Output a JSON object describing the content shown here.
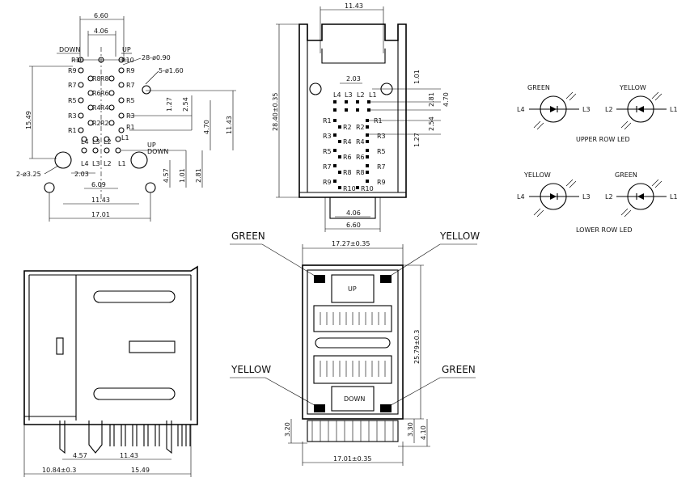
{
  "top_view": {
    "dims": {
      "d660": "6.60",
      "d406": "4.06",
      "d1549": "15.49",
      "hole_small": "28-ø0.90",
      "hole_mid": "5-ø1.60",
      "hole_big": "2-ø3.25",
      "d203": "2.03",
      "d609": "6.09",
      "d1143": "11.43",
      "d1701": "17.01",
      "d127": "1.27",
      "d254": "2.54",
      "d470": "4.70",
      "d1143v": "11.43",
      "d457": "4.57",
      "d101": "1.01",
      "d281": "2.81"
    },
    "down": "DOWN",
    "up": "UP",
    "pins_left": [
      "R10",
      "R9",
      "R7",
      "R5",
      "R3",
      "R1"
    ],
    "pins_left_inner": [
      "R8",
      "R6",
      "R4",
      "R2"
    ],
    "pins_right_inner": [
      "R8",
      "R6",
      "R4",
      "R2"
    ],
    "pins_right": [
      "R10",
      "R9",
      "R7",
      "R5",
      "R3",
      "R1"
    ],
    "leds_left": [
      "L4",
      "L3",
      "L2",
      "L1"
    ],
    "leds_right": [
      "L4",
      "L3",
      "L2",
      "L1"
    ],
    "up_small": "UP",
    "down_small": "DOWN"
  },
  "front_view": {
    "d1143": "11.43",
    "d2840": "28.40±0.35",
    "d203": "2.03",
    "d101": "1.01",
    "d281": "2.81",
    "d470": "4.70",
    "d254": "2.54",
    "d127": "1.27",
    "d406": "4.06",
    "d660": "6.60",
    "leds": [
      "L4",
      "L3",
      "L2",
      "L1"
    ],
    "pins_left": [
      "R1",
      "R3",
      "R5",
      "R7",
      "R9"
    ],
    "pins_mid_left": [
      "R2",
      "R4",
      "R6",
      "R8",
      "R10"
    ],
    "pins_mid_right": [
      "R1",
      "R2",
      "R4",
      "R6",
      "R8",
      "R10"
    ],
    "pins_right": [
      "R3",
      "R5",
      "R7",
      "R9"
    ]
  },
  "led_schematic": {
    "upper": {
      "left_color": "GREEN",
      "right_color": "YELLOW",
      "pins": [
        "L4",
        "L3",
        "L2",
        "L1"
      ],
      "caption": "UPPER ROW LED"
    },
    "lower": {
      "left_color": "YELLOW",
      "right_color": "GREEN",
      "pins": [
        "L4",
        "L3",
        "L2",
        "L1"
      ],
      "caption": "LOWER ROW LED"
    }
  },
  "side_view": {
    "d457": "4.57",
    "d1143": "11.43",
    "d1084": "10.84±0.3",
    "d1549": "15.49"
  },
  "rear_view": {
    "green_top": "GREEN",
    "yellow_top": "YELLOW",
    "yellow_bottom": "YELLOW",
    "green_bottom": "GREEN",
    "d1727": "17.27±0.35",
    "d2579": "25.79±0.3",
    "d1701": "17.01±0.35",
    "d320": "3.20",
    "d330": "3.30",
    "d410": "4.10",
    "up": "UP",
    "down": "DOWN"
  }
}
